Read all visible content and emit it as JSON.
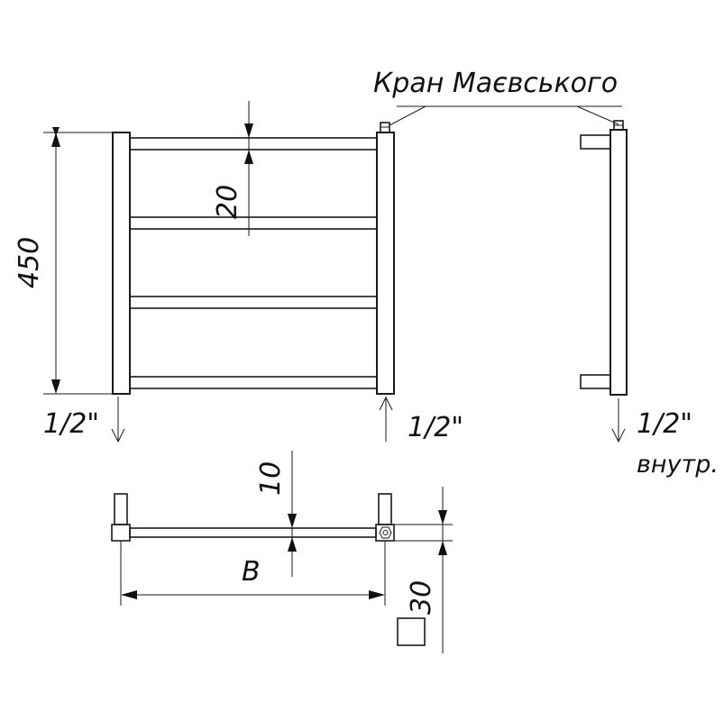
{
  "labels": {
    "valve_title": "Кран Маєвського",
    "height_dim": "450",
    "rail_spacing_dim": "20",
    "inlet_left": "1/2\"",
    "inlet_right": "1/2\"",
    "side_inlet": "1/2\"",
    "side_inlet_note": "внутр.",
    "depth_dim": "10",
    "width_dim": "В",
    "profile_dim": "30"
  }
}
